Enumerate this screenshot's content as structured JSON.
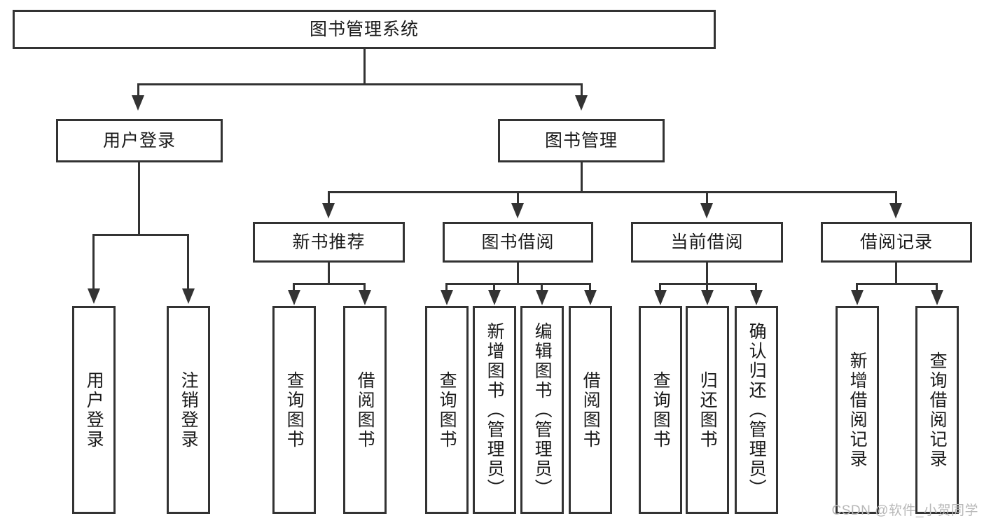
{
  "diagram": {
    "title": "图书管理系统",
    "watermark": "CSDN @软件_小贺同学",
    "line_color": "#333333",
    "box_fill": "#ffffff",
    "text_color": "#1a1a1a",
    "watermark_color": "#b8b8b8",
    "levels": {
      "root": {
        "label": "图书管理系统"
      },
      "level2": [
        {
          "label": "用户登录"
        },
        {
          "label": "图书管理"
        }
      ],
      "level3": [
        {
          "label": "新书推荐"
        },
        {
          "label": "图书借阅"
        },
        {
          "label": "当前借阅"
        },
        {
          "label": "借阅记录"
        }
      ],
      "leaves": [
        {
          "label": "用户登录",
          "parent": "用户登录"
        },
        {
          "label": "注销登录",
          "parent": "用户登录"
        },
        {
          "label": "查询图书",
          "parent": "新书推荐"
        },
        {
          "label": "借阅图书",
          "parent": "新书推荐"
        },
        {
          "label": "查询图书",
          "parent": "图书借阅"
        },
        {
          "label": "新增图书（管理员）",
          "parent": "图书借阅"
        },
        {
          "label": "编辑图书（管理员）",
          "parent": "图书借阅"
        },
        {
          "label": "借阅图书",
          "parent": "图书借阅"
        },
        {
          "label": "查询图书",
          "parent": "当前借阅"
        },
        {
          "label": "归还图书",
          "parent": "当前借阅"
        },
        {
          "label": "确认归还（管理员）",
          "parent": "当前借阅"
        },
        {
          "label": "新增借阅记录",
          "parent": "借阅记录"
        },
        {
          "label": "查询借阅记录",
          "parent": "借阅记录"
        }
      ]
    }
  }
}
